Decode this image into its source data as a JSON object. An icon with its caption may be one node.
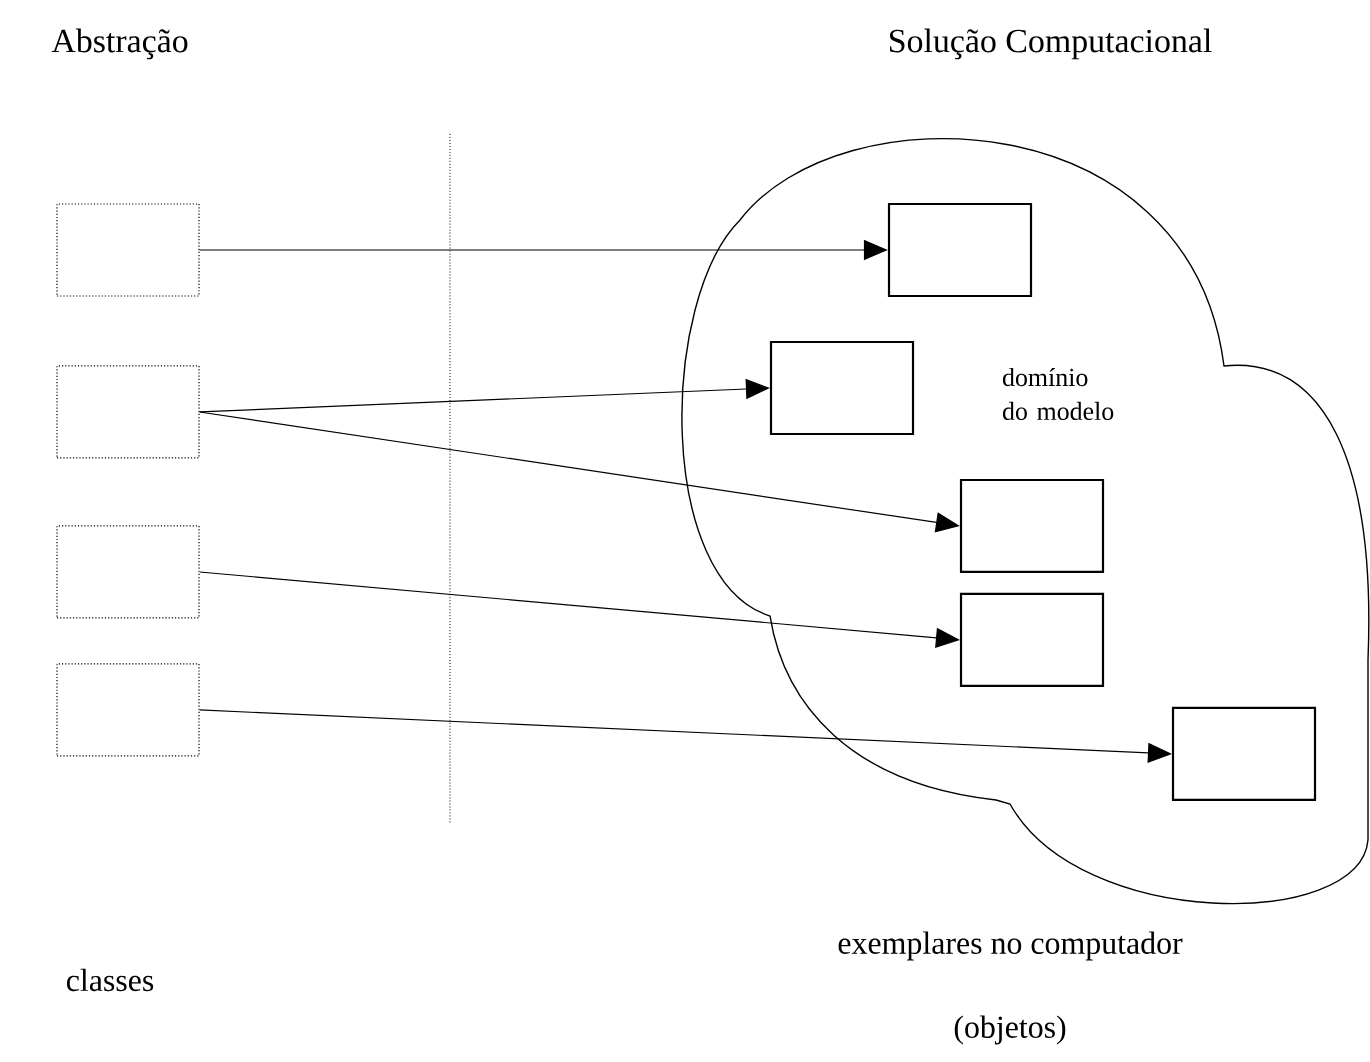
{
  "diagram": {
    "nodes": [
      {
        "text": [],
        "shape": "box"
      },
      {
        "text": [],
        "shape": "box"
      },
      {
        "text": [],
        "shape": "box"
      },
      {
        "text": [],
        "shape": "box"
      },
      {
        "text": [
          "domínio do modelo"
        ]
      },
      {
        "text": [],
        "shape": "box",
        "in": 4
      },
      {
        "text": [],
        "shape": "box",
        "in": 4
      },
      {
        "text": [],
        "shape": "box",
        "in": 4
      },
      {
        "text": [],
        "shape": "box",
        "in": 4
      },
      {
        "text": [],
        "shape": "box",
        "in": 4
      }
    ],
    "edges": [
      {
        "from": 0,
        "to": 5,
        "arrow": "to"
      },
      {
        "from": 1,
        "to": 6,
        "arrow": "to"
      },
      {
        "from": 1,
        "to": 7,
        "arrow": "to"
      },
      {
        "from": 2,
        "to": 8,
        "arrow": "to"
      },
      {
        "from": 3,
        "to": 9,
        "arrow": "to"
      }
    ],
    "labels": [
      "Abstração",
      "Solução Computacional",
      "exemplares no computador",
      "classes",
      "(objetos)"
    ]
  }
}
